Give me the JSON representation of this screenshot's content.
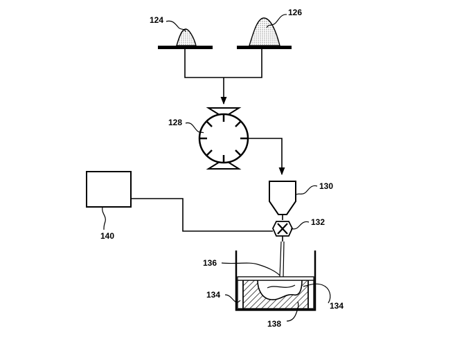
{
  "figure": {
    "labels": {
      "dispenser_a": "124",
      "dispenser_b": "126",
      "mixer": "128",
      "hopper": "130",
      "valve": "132",
      "mold_left": "134",
      "mold_right": "134",
      "liquid": "136",
      "cavity": "138",
      "controller": "140"
    }
  }
}
